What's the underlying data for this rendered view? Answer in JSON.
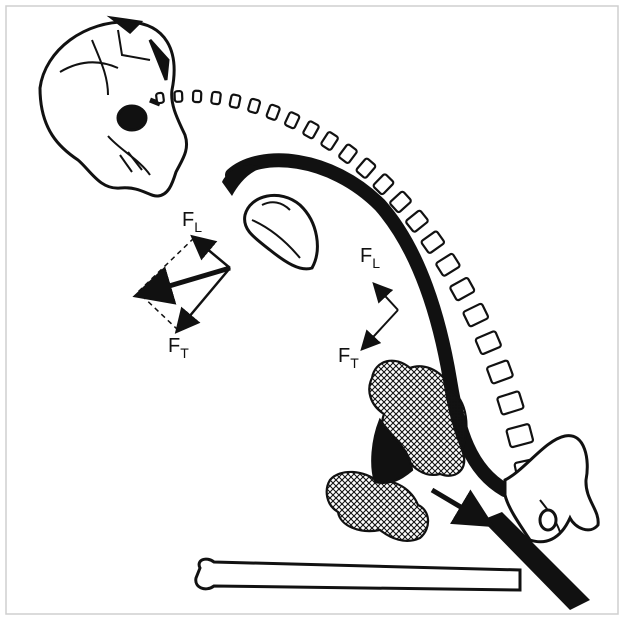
{
  "figure": {
    "description_free": true,
    "labels": {
      "left_longitudinal": {
        "main": "F",
        "sub": "L"
      },
      "left_transverse": {
        "main": "F",
        "sub": "T"
      },
      "right_longitudinal": {
        "main": "F",
        "sub": "L"
      },
      "right_transverse": {
        "main": "F",
        "sub": "T"
      }
    },
    "colors": {
      "ink": "#111111",
      "background": "#ffffff",
      "frame": "#d8d8d8"
    }
  }
}
